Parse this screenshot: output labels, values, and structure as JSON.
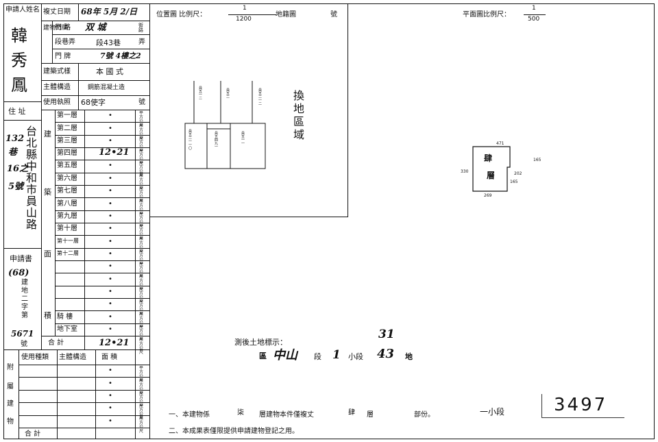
{
  "left_form": {
    "applicant_label": "申請人姓名",
    "applicant_name": [
      "韓",
      "秀",
      "鳳"
    ],
    "address_label": "住 址",
    "address_lines": [
      "132",
      "巷",
      "16之",
      "5號"
    ],
    "address_main": [
      "台",
      "北",
      "縣",
      "中",
      "和",
      "市",
      "員",
      "山",
      "路"
    ],
    "application_label": "申請書",
    "application_year": "(68)",
    "application_word": [
      "建",
      "地",
      "二",
      "字",
      "第"
    ],
    "application_no": "5671",
    "application_no_suffix": "號",
    "review_date_label": "複丈日期",
    "review_date": "68年 5月 2/日",
    "door_group_label": "建物門牌",
    "street_label": "街 路",
    "street_value": "双 城",
    "street_suffix": "街路",
    "lane_label": "段巷弄",
    "lane_value": "段43巷",
    "lane_suffix": "弄",
    "door_label": "門 牌",
    "door_value": "7號 4樓之2",
    "style_label": "建築式樣",
    "style_value": "本 國 式",
    "structure_label": "主體構造",
    "structure_value": "鋼筋混凝土造",
    "license_label": "使用執照",
    "license_value": "68使字",
    "license_suffix": "號",
    "area_group_label": [
      "建",
      "築",
      "面",
      "積"
    ],
    "floors": [
      {
        "label": "第一層",
        "value": "•"
      },
      {
        "label": "第二層",
        "value": "•"
      },
      {
        "label": "第三層",
        "value": "•"
      },
      {
        "label": "第四層",
        "value": "12•21"
      },
      {
        "label": "第五層",
        "value": "•"
      },
      {
        "label": "第六層",
        "value": "•"
      },
      {
        "label": "第七層",
        "value": "•"
      },
      {
        "label": "第八層",
        "value": "•"
      },
      {
        "label": "第九層",
        "value": "•"
      },
      {
        "label": "第十層",
        "value": "•"
      },
      {
        "label": "第十一層",
        "value": "•"
      },
      {
        "label": "第十二層",
        "value": "•"
      },
      {
        "label": "",
        "value": "•"
      },
      {
        "label": "",
        "value": "•"
      },
      {
        "label": "",
        "value": "•"
      },
      {
        "label": "",
        "value": "•"
      },
      {
        "label": "騎 樓",
        "value": "•"
      },
      {
        "label": "地下室",
        "value": "•"
      }
    ],
    "total_label": "合 計",
    "total_value": "12•21",
    "unit": "平方公尺",
    "annex_label": [
      "附",
      "屬",
      "建",
      "物"
    ],
    "annex_headers": [
      "使用種類",
      "主體構造",
      "面 積"
    ],
    "annex_rows": [
      "•",
      "•",
      "•",
      "•",
      "•"
    ],
    "annex_total_label": "合 計"
  },
  "location_map": {
    "title": "位置圖 比例尺：",
    "scale": "1/1200",
    "scale_num": "1",
    "scale_den": "1200",
    "registry_label": "地籍圖",
    "registry_suffix": "號",
    "zone_text": [
      "換",
      "地",
      "區",
      "域"
    ],
    "lots": [
      "員五一二",
      "員五二",
      "員五二一二",
      "員五二一一〇",
      "員五四九一",
      "員五一一"
    ]
  },
  "floor_plan": {
    "title": "平面圖比例尺：",
    "scale_num": "1",
    "scale_den": "500",
    "floor_text": [
      "肆",
      "層"
    ],
    "dims": [
      "471",
      "330",
      "165",
      "202",
      "165",
      "269"
    ]
  },
  "survey": {
    "label": "測後土地標示：",
    "district": "區",
    "district_name": "中山",
    "section_suffix": "段",
    "section_no": "1",
    "subsection_label": "小段",
    "lot_no": "43",
    "lot_no_top": "31",
    "lot_suffix": "地"
  },
  "notes": {
    "line1_a": "一、本建物係",
    "line1_b": "柒",
    "line1_c": "層建物本件僅複丈",
    "line1_d": "肆",
    "line1_e": "層",
    "line1_f": "部份。",
    "line2": "二、本成果表僅限提供申請建物登記之用。"
  },
  "stamp": {
    "label": "一小段",
    "number": "3497"
  }
}
